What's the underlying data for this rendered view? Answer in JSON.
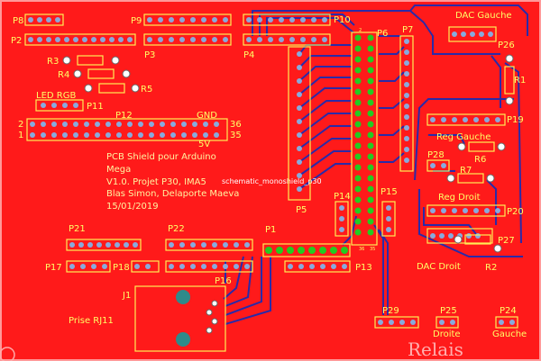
{
  "board": {
    "bg_color": "#ff1a1a",
    "trace_color": "#2a2aa8",
    "silk_color": "#ffff66",
    "pad_green": "#22cc22"
  },
  "labels": {
    "p8": "P8",
    "p9": "P9",
    "p10": "P10",
    "p2": "P2",
    "p3": "P3",
    "p4": "P4",
    "p6": "P6",
    "p7": "P7",
    "dac_gauche": "DAC Gauche",
    "p26": "P26",
    "r1": "R1",
    "r3": "R3",
    "r4": "R4",
    "r5": "R5",
    "led_rgb": "LED RGB",
    "p11": "P11",
    "p12": "P12",
    "gnd": "GND",
    "5v": "5V",
    "pin2": "2",
    "pin1": "1",
    "pin36": "36",
    "pin35": "35",
    "p19": "P19",
    "reg_gauche": "Reg Gauche",
    "r6": "R6",
    "p28": "P28",
    "r7": "R7",
    "reg_droit": "Reg Droit",
    "p20": "P20",
    "p14": "P14",
    "p15": "P15",
    "p5": "P5",
    "p27": "P27",
    "r2": "R2",
    "dac_droit": "DAC Droit",
    "p21": "P21",
    "p22": "P22",
    "p1": "P1",
    "p17": "P17",
    "p18": "P18",
    "p13": "P13",
    "p16": "P16",
    "j1": "J1",
    "prise_rj11": "Prise RJ11",
    "p29": "P29",
    "p25": "P25",
    "p24": "P24",
    "droite": "Droite",
    "gauche": "Gauche",
    "relais": "Relais",
    "hdr_2": "2",
    "hdr_36": "36",
    "hdr_35": "35",
    "hdr_1": "1",
    "schematic": "schematic_monoshield_p30"
  },
  "notes": {
    "line1": "PCB Shield pour Arduino",
    "line2": "Mega",
    "line3": "V1.0. Projet P30, IMA5",
    "line4": "Blas Simon, Delaporte Maeva",
    "line5": "15/01/2019"
  }
}
